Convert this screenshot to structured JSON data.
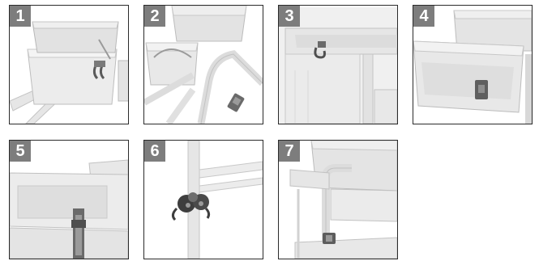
{
  "steps": [
    {
      "number": "1"
    },
    {
      "number": "2"
    },
    {
      "number": "3"
    },
    {
      "number": "4"
    },
    {
      "number": "5"
    },
    {
      "number": "6"
    },
    {
      "number": "7"
    }
  ],
  "colors": {
    "border": "#2b2b2b",
    "badge": "#7d7d7d",
    "badge_text": "#ffffff",
    "plastic_light": "#e9e9e9",
    "plastic_mid": "#d2d2d2",
    "clip_dark": "#5a5a5a"
  },
  "icons": [
    "bucket-bracket-icon",
    "cart-frame-icon",
    "clamp-hook-icon"
  ]
}
